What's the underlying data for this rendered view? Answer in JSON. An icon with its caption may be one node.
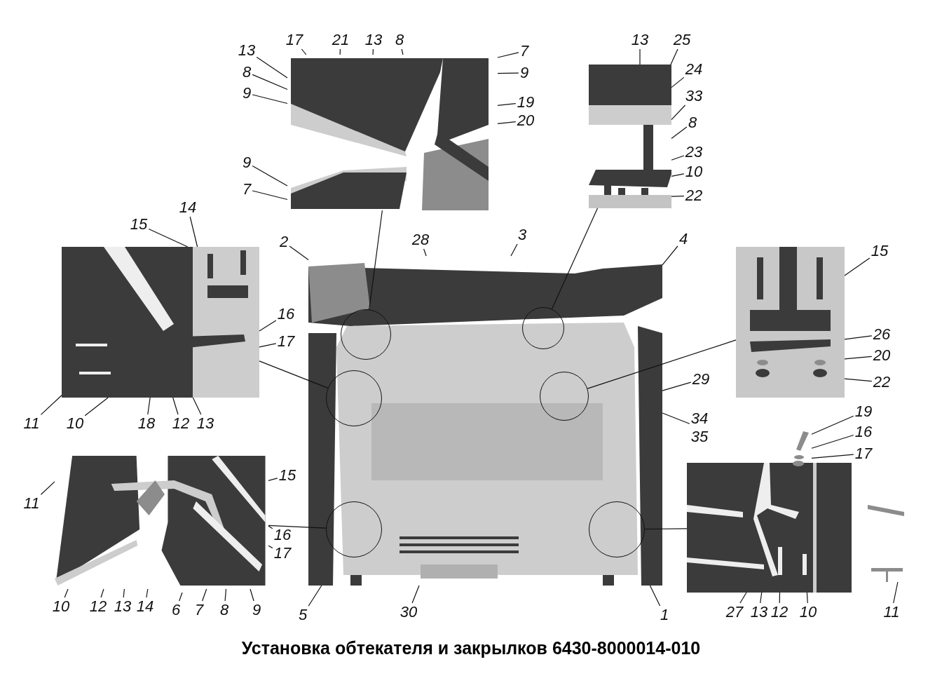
{
  "diagram": {
    "title": "Установка обтекателя и закрылков 6430-8000014-010",
    "nodes": [
      {
        "text": [],
        "shape": "picture"
      },
      {
        "text": [],
        "shape": "picture"
      },
      {
        "text": [],
        "shape": "picture"
      },
      {
        "text": [],
        "shape": "picture"
      },
      {
        "text": [],
        "shape": "picture"
      },
      {
        "text": [],
        "shape": "picture"
      },
      {
        "text": [],
        "shape": "picture"
      },
      {
        "text": [],
        "shape": "circle",
        "in": 3
      },
      {
        "text": [],
        "shape": "circle",
        "in": 3
      },
      {
        "text": [],
        "shape": "circle",
        "in": 3
      },
      {
        "text": [],
        "shape": "circle",
        "in": 3
      },
      {
        "text": [],
        "shape": "circle",
        "in": 3
      },
      {
        "text": [],
        "shape": "circle",
        "in": 3
      },
      {
        "text": [
          "17"
        ]
      },
      {
        "text": [
          "21"
        ]
      },
      {
        "text": [
          "13"
        ]
      },
      {
        "text": [
          "8"
        ]
      },
      {
        "text": [
          "13"
        ]
      },
      {
        "text": [
          "25"
        ]
      },
      {
        "text": [
          "13"
        ]
      },
      {
        "text": [
          "7"
        ]
      },
      {
        "text": [
          "8"
        ]
      },
      {
        "text": [
          "24"
        ]
      },
      {
        "text": [
          "9"
        ]
      },
      {
        "text": [
          "9"
        ]
      },
      {
        "text": [
          "33"
        ]
      },
      {
        "text": [
          "19"
        ]
      },
      {
        "text": [
          "20"
        ]
      },
      {
        "text": [
          "8"
        ]
      },
      {
        "text": [
          "23"
        ]
      },
      {
        "text": [
          "9"
        ]
      },
      {
        "text": [
          "10"
        ]
      },
      {
        "text": [
          "7"
        ]
      },
      {
        "text": [
          "22"
        ]
      },
      {
        "text": [
          "14"
        ]
      },
      {
        "text": [
          "15"
        ]
      },
      {
        "text": [
          "3"
        ]
      },
      {
        "text": [
          "4"
        ]
      },
      {
        "text": [
          "28"
        ]
      },
      {
        "text": [
          "2"
        ]
      },
      {
        "text": [
          "15"
        ]
      },
      {
        "text": [
          "16"
        ]
      },
      {
        "text": [
          "26"
        ]
      },
      {
        "text": [
          "17"
        ]
      },
      {
        "text": [
          "20"
        ]
      },
      {
        "text": [
          "29"
        ]
      },
      {
        "text": [
          "22"
        ]
      },
      {
        "text": [
          "34",
          "35"
        ]
      },
      {
        "text": [
          "19"
        ]
      },
      {
        "text": [
          "11"
        ]
      },
      {
        "text": [
          "10"
        ]
      },
      {
        "text": [
          "18"
        ]
      },
      {
        "text": [
          "12"
        ]
      },
      {
        "text": [
          "13"
        ]
      },
      {
        "text": [
          "16"
        ]
      },
      {
        "text": [
          "17"
        ]
      },
      {
        "text": [
          "15"
        ]
      },
      {
        "text": [
          "11"
        ]
      },
      {
        "text": [
          "16"
        ]
      },
      {
        "text": [
          "17"
        ]
      },
      {
        "text": [
          "10"
        ]
      },
      {
        "text": [
          "12"
        ]
      },
      {
        "text": [
          "13"
        ]
      },
      {
        "text": [
          "14"
        ]
      },
      {
        "text": [
          "6"
        ]
      },
      {
        "text": [
          "7"
        ]
      },
      {
        "text": [
          "8"
        ]
      },
      {
        "text": [
          "9"
        ]
      },
      {
        "text": [
          "5"
        ]
      },
      {
        "text": [
          "30"
        ]
      },
      {
        "text": [
          "1"
        ]
      },
      {
        "text": [
          "27"
        ]
      },
      {
        "text": [
          "13"
        ]
      },
      {
        "text": [
          "12"
        ]
      },
      {
        "text": [
          "10"
        ]
      },
      {
        "text": [
          "11"
        ]
      },
      {
        "text": [],
        "shape": "picture"
      },
      {
        "text": [],
        "shape": "picture"
      }
    ],
    "edges": [
      {
        "from": 13,
        "to": 0,
        "arrow": "none"
      },
      {
        "from": 14,
        "to": 0,
        "arrow": "none"
      },
      {
        "from": 15,
        "to": 0,
        "arrow": "none"
      },
      {
        "from": 16,
        "to": 0,
        "arrow": "none"
      },
      {
        "from": 17,
        "to": 1,
        "arrow": "none"
      },
      {
        "from": 18,
        "to": 1,
        "arrow": "none"
      },
      {
        "from": 19,
        "to": 0,
        "arrow": "none"
      },
      {
        "from": 20,
        "to": 0,
        "arrow": "none"
      },
      {
        "from": 21,
        "to": 0,
        "arrow": "none"
      },
      {
        "from": 22,
        "to": 1,
        "arrow": "none"
      },
      {
        "from": 23,
        "to": 0,
        "arrow": "none"
      },
      {
        "from": 24,
        "to": 0,
        "arrow": "none"
      },
      {
        "from": 25,
        "to": 1,
        "arrow": "none"
      },
      {
        "from": 26,
        "to": 0,
        "arrow": "none"
      },
      {
        "from": 27,
        "to": 0,
        "arrow": "none"
      },
      {
        "from": 28,
        "to": 1,
        "arrow": "none"
      },
      {
        "from": 29,
        "to": 1,
        "arrow": "none"
      },
      {
        "from": 30,
        "to": 0,
        "arrow": "none"
      },
      {
        "from": 31,
        "to": 1,
        "arrow": "none"
      },
      {
        "from": 32,
        "to": 0,
        "arrow": "none"
      },
      {
        "from": 33,
        "to": 1,
        "arrow": "none"
      },
      {
        "from": 34,
        "to": 2,
        "arrow": "none"
      },
      {
        "from": 35,
        "to": 2,
        "arrow": "none"
      },
      {
        "from": 36,
        "to": 3,
        "arrow": "none"
      },
      {
        "from": 37,
        "to": 3,
        "arrow": "none"
      },
      {
        "from": 38,
        "to": 3,
        "arrow": "none"
      },
      {
        "from": 39,
        "to": 3,
        "arrow": "none"
      },
      {
        "from": 40,
        "to": 4,
        "arrow": "none"
      },
      {
        "from": 41,
        "to": 2,
        "arrow": "none"
      },
      {
        "from": 42,
        "to": 4,
        "arrow": "none"
      },
      {
        "from": 43,
        "to": 2,
        "arrow": "none"
      },
      {
        "from": 44,
        "to": 4,
        "arrow": "none"
      },
      {
        "from": 45,
        "to": 3,
        "arrow": "none"
      },
      {
        "from": 46,
        "to": 4,
        "arrow": "none"
      },
      {
        "from": 47,
        "to": 3,
        "arrow": "none"
      },
      {
        "from": 48,
        "to": 76,
        "arrow": "none"
      },
      {
        "from": 49,
        "to": 2,
        "arrow": "none"
      },
      {
        "from": 50,
        "to": 2,
        "arrow": "none"
      },
      {
        "from": 51,
        "to": 2,
        "arrow": "none"
      },
      {
        "from": 52,
        "to": 2,
        "arrow": "none"
      },
      {
        "from": 53,
        "to": 2,
        "arrow": "none"
      },
      {
        "from": 54,
        "to": 76,
        "arrow": "none"
      },
      {
        "from": 55,
        "to": 76,
        "arrow": "none"
      },
      {
        "from": 56,
        "to": 5,
        "arrow": "none"
      },
      {
        "from": 57,
        "to": 5,
        "arrow": "none"
      },
      {
        "from": 58,
        "to": 5,
        "arrow": "none"
      },
      {
        "from": 59,
        "to": 5,
        "arrow": "none"
      },
      {
        "from": 60,
        "to": 5,
        "arrow": "none"
      },
      {
        "from": 61,
        "to": 5,
        "arrow": "none"
      },
      {
        "from": 62,
        "to": 5,
        "arrow": "none"
      },
      {
        "from": 63,
        "to": 5,
        "arrow": "none"
      },
      {
        "from": 64,
        "to": 5,
        "arrow": "none"
      },
      {
        "from": 65,
        "to": 5,
        "arrow": "none"
      },
      {
        "from": 66,
        "to": 5,
        "arrow": "none"
      },
      {
        "from": 67,
        "to": 5,
        "arrow": "none"
      },
      {
        "from": 68,
        "to": 3,
        "arrow": "none"
      },
      {
        "from": 69,
        "to": 3,
        "arrow": "none"
      },
      {
        "from": 70,
        "to": 3,
        "arrow": "none"
      },
      {
        "from": 71,
        "to": 6,
        "arrow": "none"
      },
      {
        "from": 72,
        "to": 6,
        "arrow": "none"
      },
      {
        "from": 73,
        "to": 6,
        "arrow": "none"
      },
      {
        "from": 74,
        "to": 6,
        "arrow": "none"
      },
      {
        "from": 75,
        "to": 77,
        "arrow": "none"
      },
      {
        "from": 0,
        "to": 7,
        "arrow": "none"
      },
      {
        "from": 1,
        "to": 8,
        "arrow": "none"
      },
      {
        "from": 2,
        "to": 9,
        "arrow": "none"
      },
      {
        "from": 4,
        "to": 10,
        "arrow": "none"
      },
      {
        "from": 5,
        "to": 11,
        "arrow": "none"
      },
      {
        "from": 6,
        "to": 12,
        "arrow": "none"
      }
    ]
  }
}
